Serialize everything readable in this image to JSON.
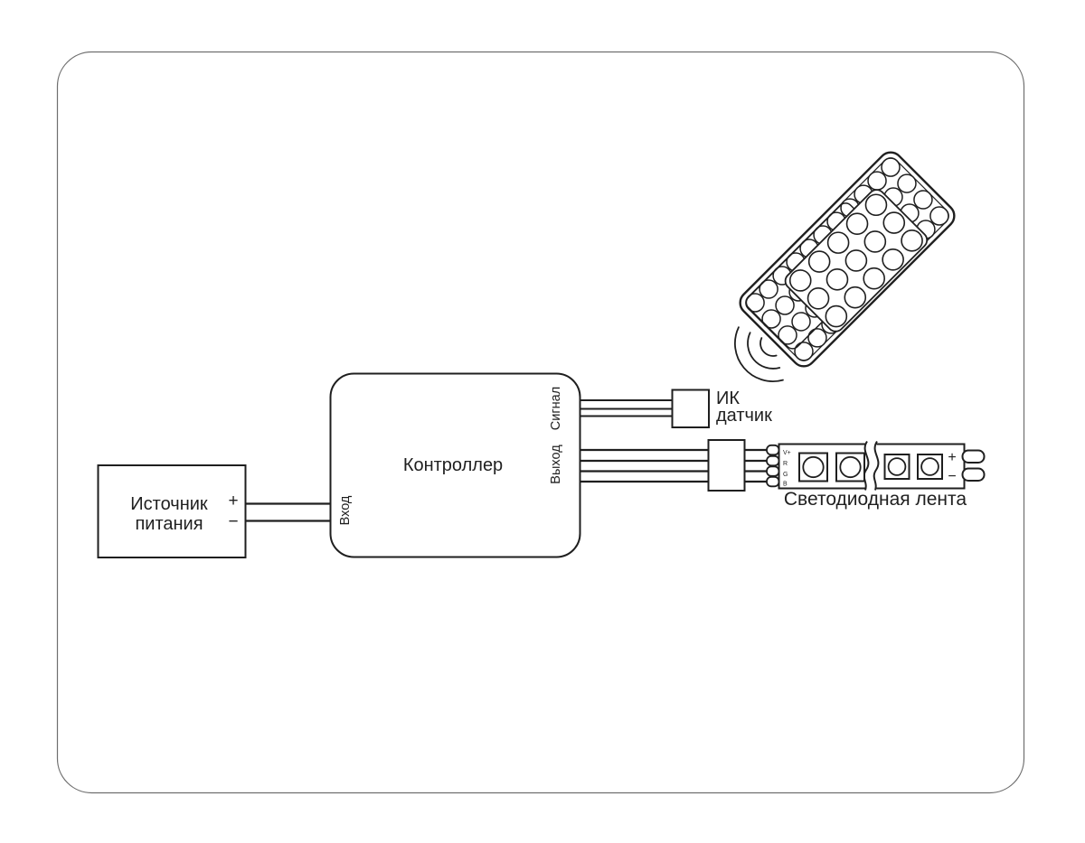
{
  "page": {
    "background": "#ffffff",
    "stroke_color": "#1f1f1f",
    "frame_color": "#6f6f6f"
  },
  "power_supply": {
    "label_line1": "Источник",
    "label_line2": "питания",
    "plus": "+",
    "minus": "−"
  },
  "controller": {
    "label": "Контроллер",
    "port_input": "Вход",
    "port_output": "Выход",
    "port_signal": "Сигнал"
  },
  "ir_sensor": {
    "label_line1": "ИК",
    "label_line2": "датчик"
  },
  "led_strip": {
    "label": "Светодиодная лента",
    "pins": [
      "V+",
      "R",
      "G",
      "B"
    ],
    "plus": "+",
    "minus": "−"
  },
  "remote": {
    "grid_cols": 4,
    "grid_rows": 11,
    "panel_cols": 3,
    "panel_rows": 5
  }
}
